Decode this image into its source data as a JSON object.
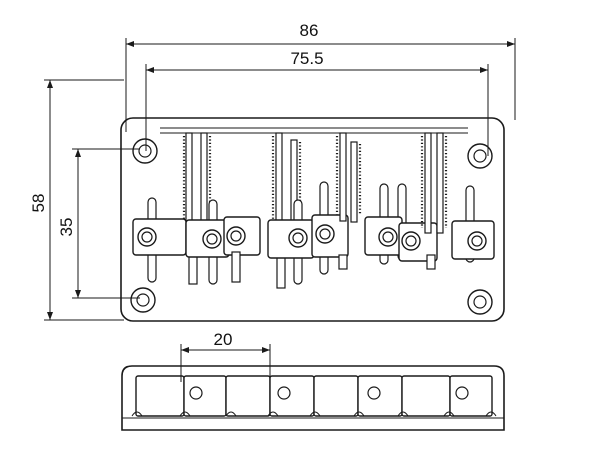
{
  "diagram": {
    "dimensions": {
      "overall_width": "86",
      "hole_spacing_width": "75.5",
      "overall_height": "58",
      "hole_spacing_height": "35",
      "saddle_width": "20"
    },
    "components": {
      "saddle_count": 4,
      "mounting_hole_count": 4
    }
  }
}
